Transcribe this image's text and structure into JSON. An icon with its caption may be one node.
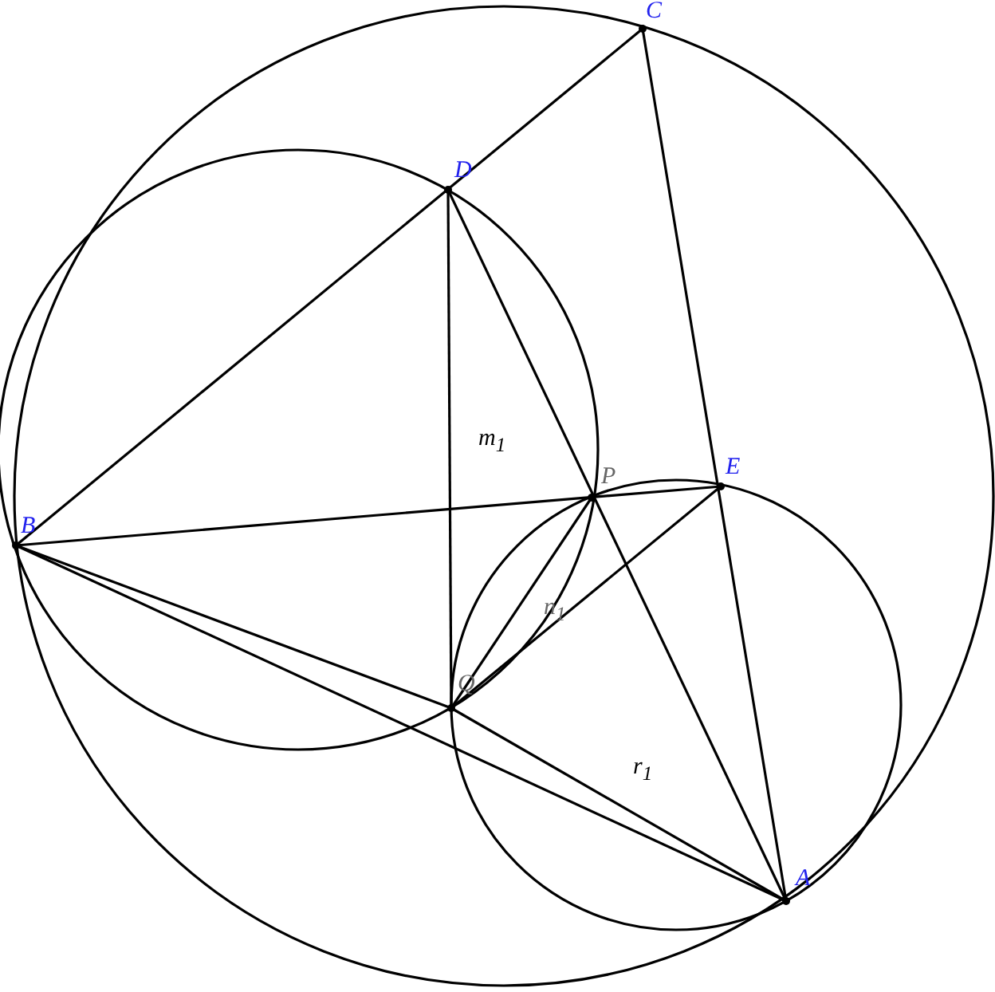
{
  "diagram": {
    "labels": [
      "C",
      "D",
      "m$_{1}$",
      "P",
      "E",
      "B",
      "n$_{1}$",
      "Q",
      "r$_{1}$",
      "A"
    ]
  }
}
